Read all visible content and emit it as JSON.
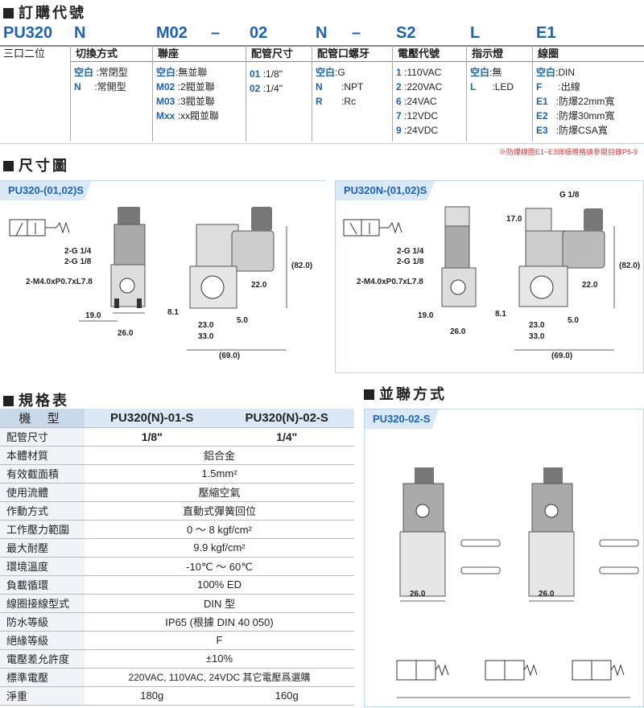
{
  "order": {
    "title": "訂購代號",
    "codes": [
      "PU320",
      "N",
      "M02",
      "–",
      "02",
      "N",
      "–",
      "S2",
      "L",
      "E1"
    ],
    "columns": [
      {
        "header": "三口二位",
        "items": []
      },
      {
        "header": "切換方式",
        "items": [
          [
            "空白",
            ":常閉型"
          ],
          [
            "N",
            ":常開型"
          ]
        ]
      },
      {
        "header": "聯座",
        "items": [
          [
            "空白",
            ":無並聯"
          ],
          [
            "M02",
            ":2閥並聯"
          ],
          [
            "M03",
            ":3閥並聯"
          ],
          [
            "Mxx",
            ":xx閥並聯"
          ]
        ]
      },
      {
        "header": "配管尺寸",
        "items": [
          [
            "01",
            ":1/8\""
          ],
          [
            "02",
            ":1/4\""
          ]
        ]
      },
      {
        "header": "配管口螺牙",
        "items": [
          [
            "空白",
            ":G"
          ],
          [
            "N",
            ":NPT"
          ],
          [
            "R",
            ":Rc"
          ]
        ]
      },
      {
        "header": "電壓代號",
        "items": [
          [
            "1",
            ":110VAC"
          ],
          [
            "2",
            ":220VAC"
          ],
          [
            "6",
            ":24VAC"
          ],
          [
            "7",
            ":12VDC"
          ],
          [
            "9",
            ":24VDC"
          ]
        ]
      },
      {
        "header": "指示燈",
        "items": [
          [
            "空白",
            ":無"
          ],
          [
            "L",
            ":LED"
          ]
        ]
      },
      {
        "header": "線圈",
        "items": [
          [
            "空白",
            ":DIN"
          ],
          [
            "F",
            ":出線"
          ],
          [
            "E1",
            ":防爆22mm寬"
          ],
          [
            "E2",
            ":防爆30mm寬"
          ],
          [
            "E3",
            ":防爆CSA寬"
          ]
        ]
      }
    ],
    "note": "※防爆線圈E1~E3詳細規格請參閱目錄P5-9"
  },
  "dimensions": {
    "title": "尺寸圖",
    "panel_left": "PU320-(01,02)S",
    "panel_right": "PU320N-(01,02)S",
    "labels": {
      "port_a": "2-G 1/4",
      "port_b": "2-G 1/8",
      "screw": "2-M4.0xP0.7xL7.8",
      "d19": "19.0",
      "d26": "26.0",
      "d82": "(82.0)",
      "d22": "22.0",
      "d81": "8.1",
      "d23": "23.0",
      "d33": "33.0",
      "d50": "5.0",
      "d69": "(69.0)",
      "g18": "G 1/8",
      "d17": "17.0"
    }
  },
  "spec": {
    "title": "規格表",
    "header": [
      "機 型",
      "PU320(N)-01-S",
      "PU320(N)-02-S"
    ],
    "rows": [
      [
        "配管尺寸",
        "1/8\"",
        "1/4\""
      ],
      [
        "本體材質",
        "鋁合金"
      ],
      [
        "有效截面積",
        "1.5mm²"
      ],
      [
        "使用流體",
        "壓縮空氣"
      ],
      [
        "作動方式",
        "直動式彈簧回位"
      ],
      [
        "工作壓力範圍",
        "0 ～ 8 kgf/cm²"
      ],
      [
        "最大耐壓",
        "9.9 kgf/cm²"
      ],
      [
        "環境溫度",
        "-10℃ ～ 60℃"
      ],
      [
        "負載循環",
        "100% ED"
      ],
      [
        "線圈接線型式",
        "DIN 型"
      ],
      [
        "防水等級",
        "IP65 (根據 DIN 40 050)"
      ],
      [
        "絕緣等級",
        "F"
      ],
      [
        "電壓差允許度",
        "±10%"
      ],
      [
        "標準電壓",
        "220VAC, 110VAC, 24VDC  其它電壓爲選購"
      ],
      [
        "淨重",
        "180g",
        "160g"
      ]
    ]
  },
  "parallel": {
    "title": "並聯方式",
    "panel": "PU320-02-S",
    "d26a": "26.0",
    "d26b": "26.0"
  }
}
